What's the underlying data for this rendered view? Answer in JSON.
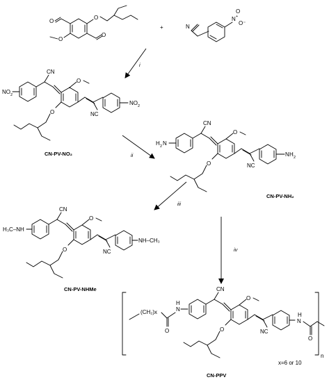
{
  "diagram": {
    "atom_labels": {
      "o": "O",
      "o_minus": "O⁻",
      "plus": "+",
      "cn": "CN",
      "nc": "NC",
      "no2": "NO",
      "sub2": "2",
      "h2n": "H",
      "nh": "NH",
      "h3c_nh": "H₃C–NH",
      "nh_ch3": "NH–CH₃",
      "h_n": "H",
      "n": "N",
      "ch2": "(CH₂)x",
      "n_repeat": "n"
    },
    "steps": [
      "i",
      "ii",
      "iii",
      "iv"
    ],
    "compounds": {
      "c1": "CN-PV-NO₂",
      "c2": "CN-PV-NH₂",
      "c3": "CN-PV-NHMe",
      "c4": "CN-PPV"
    },
    "polymer_note": "x=6 or 10",
    "colors": {
      "ink": "#000000",
      "background": "#ffffff"
    }
  }
}
